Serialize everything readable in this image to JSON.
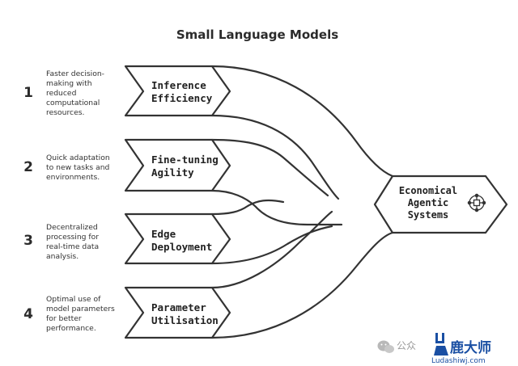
{
  "title": "Small Language Models",
  "items": [
    {
      "number": "1",
      "label_lines": [
        "Inference",
        "Efficiency"
      ],
      "desc_lines": [
        "Faster decision-",
        "making with",
        "reduced",
        "computational",
        "resources."
      ]
    },
    {
      "number": "2",
      "label_lines": [
        "Fine-tuning",
        "Agility"
      ],
      "desc_lines": [
        "Quick adaptation",
        "to new tasks and",
        "environments."
      ]
    },
    {
      "number": "3",
      "label_lines": [
        "Edge",
        "Deployment"
      ],
      "desc_lines": [
        "Decentralized",
        "processing for",
        "real-time data",
        "analysis."
      ]
    },
    {
      "number": "4",
      "label_lines": [
        "Parameter",
        "Utilisation"
      ],
      "desc_lines": [
        "Optimal use of",
        "model parameters",
        "for better",
        "performance."
      ]
    }
  ],
  "output": {
    "label_lines": [
      "Economical",
      "Agentic",
      "Systems"
    ],
    "icon": "network-hub-icon"
  },
  "watermark": {
    "wechat_text": "公众",
    "brand": "鹿大师",
    "url": "Ludashiwj.com",
    "icon": "deer-logo-icon"
  },
  "colors": {
    "stroke": "#333333",
    "text": "#2b2b2b",
    "brand": "#1a4fa3"
  }
}
